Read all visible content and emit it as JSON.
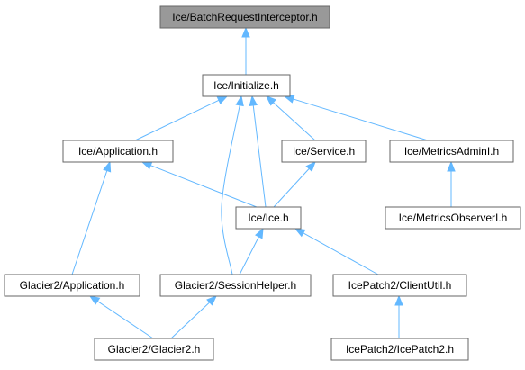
{
  "diagram": {
    "colors": {
      "root_fill": "#999999",
      "node_fill": "#ffffff",
      "node_border": "#666666",
      "edge": "#63b8ff"
    },
    "nodes": [
      {
        "id": "batch",
        "label": "Ice/BatchRequestInterceptor.h",
        "root": true
      },
      {
        "id": "initialize",
        "label": "Ice/Initialize.h"
      },
      {
        "id": "application",
        "label": "Ice/Application.h"
      },
      {
        "id": "service",
        "label": "Ice/Service.h"
      },
      {
        "id": "metricsadmin",
        "label": "Ice/MetricsAdminI.h"
      },
      {
        "id": "ice",
        "label": "Ice/Ice.h"
      },
      {
        "id": "metricsobserver",
        "label": "Ice/MetricsObserverI.h"
      },
      {
        "id": "g2app",
        "label": "Glacier2/Application.h"
      },
      {
        "id": "g2session",
        "label": "Glacier2/SessionHelper.h"
      },
      {
        "id": "clientutil",
        "label": "IcePatch2/ClientUtil.h"
      },
      {
        "id": "g2",
        "label": "Glacier2/Glacier2.h"
      },
      {
        "id": "icepatch2",
        "label": "IcePatch2/IcePatch2.h"
      }
    ],
    "edges": [
      {
        "from": "initialize",
        "to": "batch"
      },
      {
        "from": "application",
        "to": "initialize"
      },
      {
        "from": "service",
        "to": "initialize"
      },
      {
        "from": "metricsadmin",
        "to": "initialize"
      },
      {
        "from": "ice",
        "to": "initialize"
      },
      {
        "from": "g2session",
        "to": "initialize"
      },
      {
        "from": "ice",
        "to": "application"
      },
      {
        "from": "g2app",
        "to": "application"
      },
      {
        "from": "ice",
        "to": "service"
      },
      {
        "from": "metricsobserver",
        "to": "metricsadmin"
      },
      {
        "from": "g2session",
        "to": "ice"
      },
      {
        "from": "clientutil",
        "to": "ice"
      },
      {
        "from": "g2",
        "to": "g2app"
      },
      {
        "from": "g2",
        "to": "g2session"
      },
      {
        "from": "icepatch2",
        "to": "clientutil"
      }
    ]
  }
}
